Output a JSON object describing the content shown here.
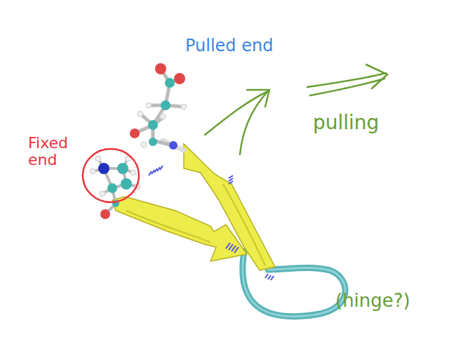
{
  "diagram": {
    "labels": [
      "Pulled end",
      "Fixed end",
      "pulling",
      "(hinge?)"
    ]
  }
}
